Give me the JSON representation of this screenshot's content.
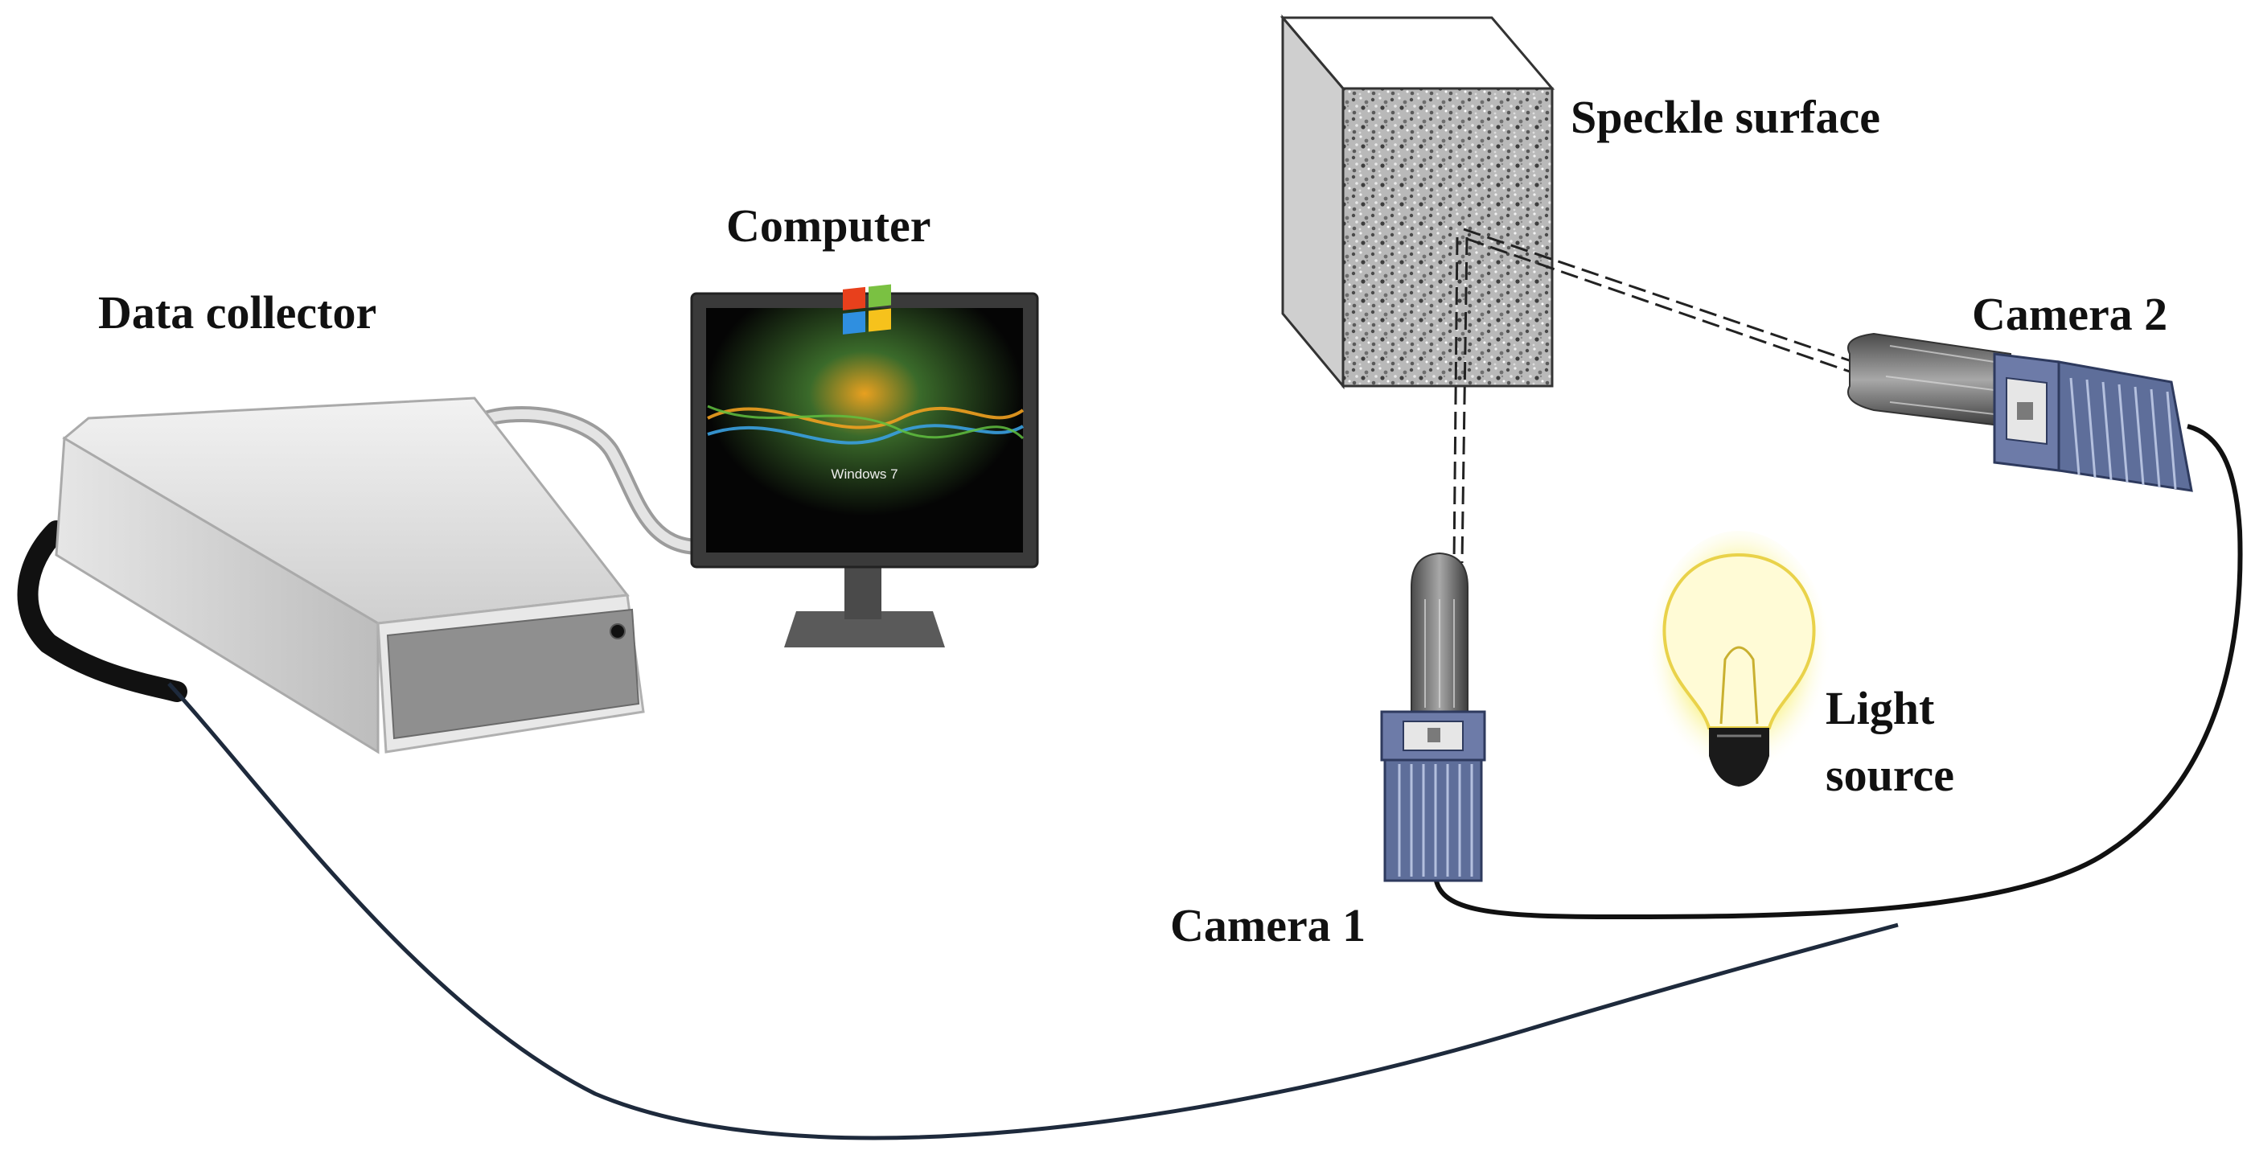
{
  "labels": {
    "data_collector": "Data collector",
    "computer": "Computer",
    "speckle_surface": "Speckle surface",
    "camera_2": "Camera 2",
    "camera_1": "Camera 1",
    "light_source_line1": "Light",
    "light_source_line2": "source"
  },
  "screen_text": "Windows 7",
  "colors": {
    "camera_body": "#5e6e9a",
    "camera_lens": "#7f7f7f",
    "collector_body": "#d8d8d8",
    "cable_blue": "#1e2a3c",
    "cable_black": "#111111",
    "bulb_glow": "#f4ea3a"
  }
}
